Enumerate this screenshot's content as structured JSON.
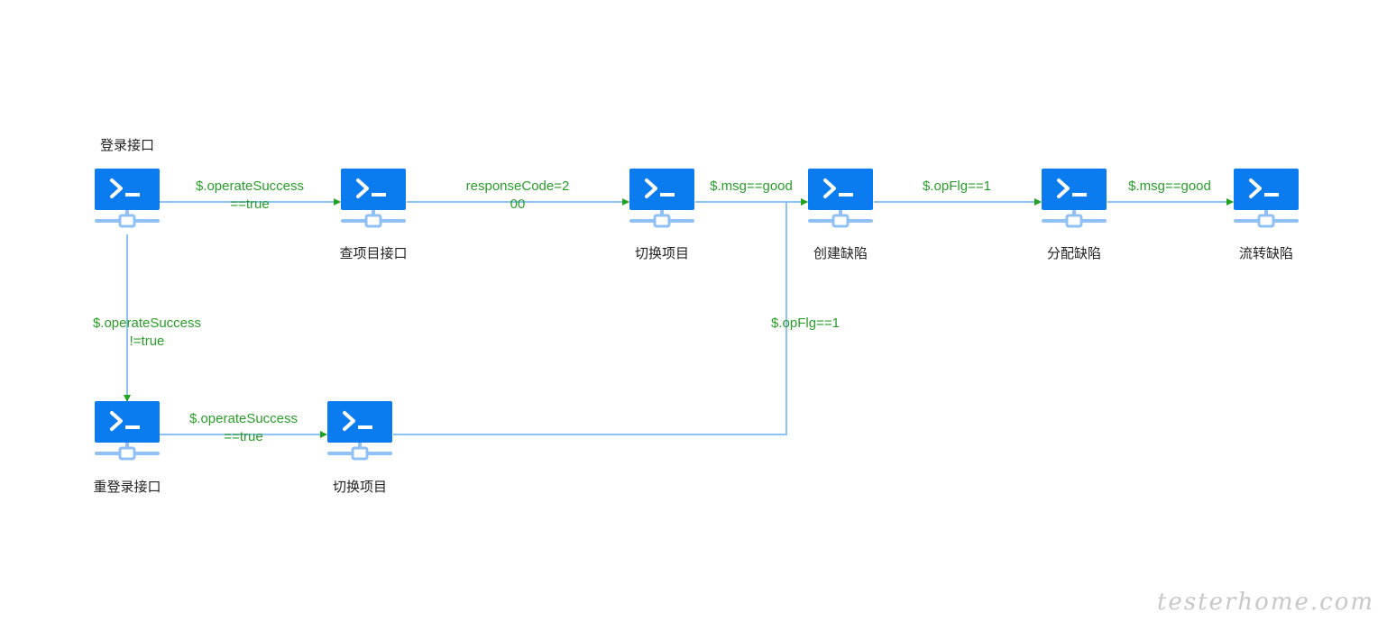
{
  "colors": {
    "node": "#0a7cf0",
    "node_net": "#8fc0f6",
    "edge": "#8ec1f4",
    "label": "#2a9d2a",
    "arrow": "#21a321"
  },
  "icon": "terminal-network-icon",
  "nodes": [
    {
      "id": "login",
      "label": "登录接口"
    },
    {
      "id": "query_project",
      "label": "查项目接口"
    },
    {
      "id": "switch_project",
      "label": "切换项目"
    },
    {
      "id": "create_defect",
      "label": "创建缺陷"
    },
    {
      "id": "assign_defect",
      "label": "分配缺陷"
    },
    {
      "id": "transfer_defect",
      "label": "流转缺陷"
    },
    {
      "id": "relogin",
      "label": "重登录接口"
    },
    {
      "id": "switch_project_2",
      "label": "切换项目"
    }
  ],
  "edges": [
    {
      "id": "e1",
      "from": "login",
      "to": "query_project",
      "lines": [
        "$.operateSuccess",
        "==true"
      ]
    },
    {
      "id": "e2",
      "from": "query_project",
      "to": "switch_project",
      "lines": [
        "responseCode=2",
        "00"
      ]
    },
    {
      "id": "e3",
      "from": "switch_project",
      "to": "create_defect",
      "lines": [
        "$.msg==good"
      ]
    },
    {
      "id": "e4",
      "from": "create_defect",
      "to": "assign_defect",
      "lines": [
        "$.opFlg==1"
      ]
    },
    {
      "id": "e5",
      "from": "assign_defect",
      "to": "transfer_defect",
      "lines": [
        "$.msg==good"
      ]
    },
    {
      "id": "e6",
      "from": "login",
      "to": "relogin",
      "lines": [
        "$.operateSuccess",
        "!=true"
      ]
    },
    {
      "id": "e7",
      "from": "relogin",
      "to": "switch_project_2",
      "lines": [
        "$.operateSuccess",
        "==true"
      ]
    },
    {
      "id": "e8",
      "from": "switch_project_2",
      "to": "create_defect",
      "lines": [
        "$.opFlg==1"
      ]
    }
  ],
  "watermark": "testerhome.com"
}
